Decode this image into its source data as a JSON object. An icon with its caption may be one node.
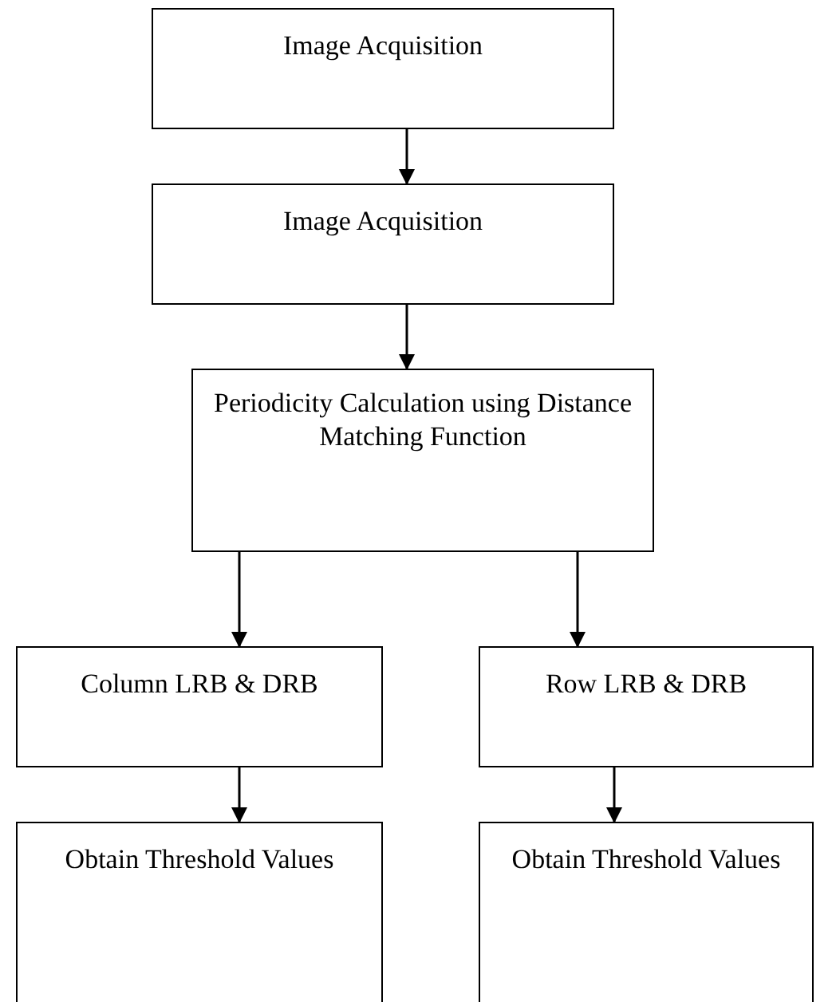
{
  "diagram": {
    "nodes": [
      {
        "text": [
          "Image Acquisition"
        ]
      },
      {
        "text": [
          "Image Acquisition"
        ]
      },
      {
        "text": [
          "Periodicity Calculation using Distance Matching Function"
        ]
      },
      {
        "text": [
          "Column LRB & DRB"
        ]
      },
      {
        "text": [
          "Row LRB & DRB"
        ]
      },
      {
        "text": [
          "Obtain Threshold Values"
        ]
      },
      {
        "text": [
          "Obtain Threshold Values"
        ]
      }
    ],
    "edges": [
      {
        "from": 0,
        "to": 1,
        "arrow": "to"
      },
      {
        "from": 1,
        "to": 2,
        "arrow": "to"
      },
      {
        "from": 2,
        "to": 3,
        "arrow": "to"
      },
      {
        "from": 2,
        "to": 4,
        "arrow": "to"
      },
      {
        "from": 3,
        "to": 5,
        "arrow": "to"
      },
      {
        "from": 4,
        "to": 6,
        "arrow": "to"
      }
    ]
  }
}
